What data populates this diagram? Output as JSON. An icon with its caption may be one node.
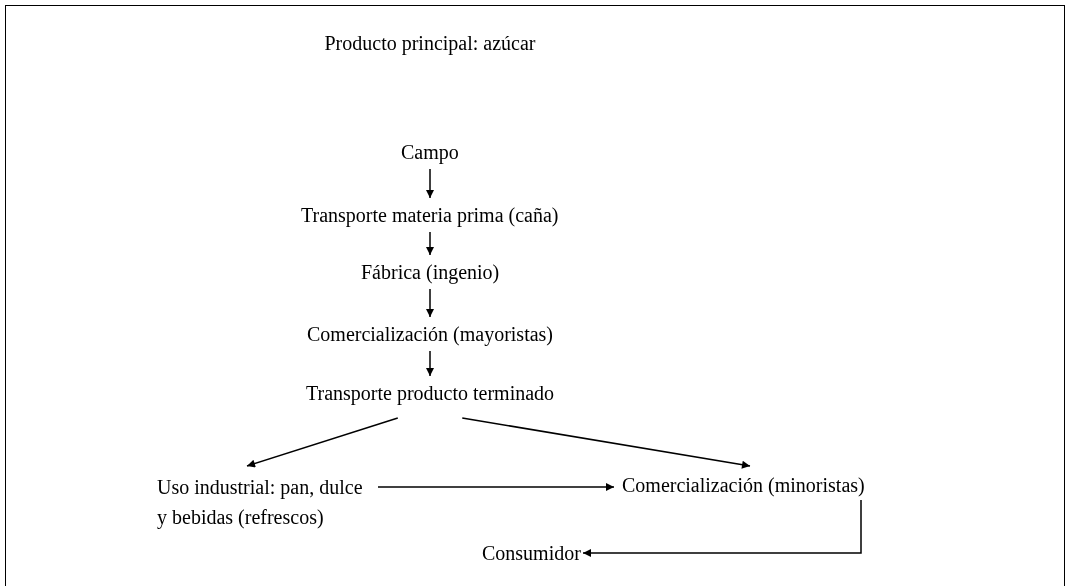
{
  "diagram": {
    "title": "Producto principal: azúcar",
    "nodes": [
      {
        "text": [
          "Campo"
        ]
      },
      {
        "text": [
          "Transporte materia prima (caña)"
        ]
      },
      {
        "text": [
          "Fábrica (ingenio)"
        ]
      },
      {
        "text": [
          "Comercialización (mayoristas)"
        ]
      },
      {
        "text": [
          "Transporte producto terminado"
        ]
      },
      {
        "text": [
          "Uso industrial: pan, dulce y bebidas (refrescos)"
        ]
      },
      {
        "text": [
          "Comercialización (minoristas)"
        ]
      },
      {
        "text": [
          "Consumidor"
        ]
      }
    ],
    "edges": [
      {
        "from": 0,
        "to": 1,
        "arrow": "to"
      },
      {
        "from": 1,
        "to": 2,
        "arrow": "to"
      },
      {
        "from": 2,
        "to": 3,
        "arrow": "to"
      },
      {
        "from": 3,
        "to": 4,
        "arrow": "to"
      },
      {
        "from": 4,
        "to": 5,
        "arrow": "to"
      },
      {
        "from": 4,
        "to": 6,
        "arrow": "to"
      },
      {
        "from": 5,
        "to": 6,
        "arrow": "to"
      },
      {
        "from": 6,
        "to": 7,
        "arrow": "to"
      }
    ]
  }
}
